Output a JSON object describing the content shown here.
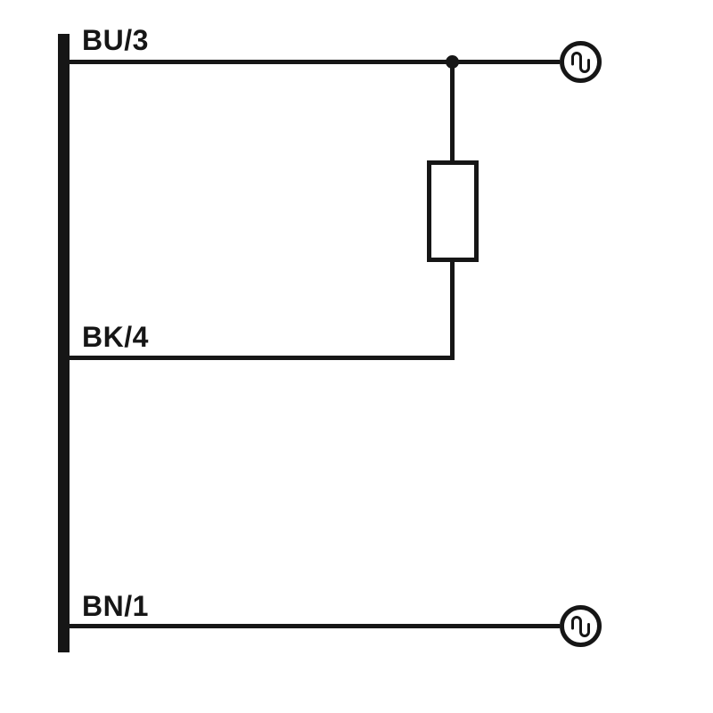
{
  "diagram": {
    "type": "wiring-diagram",
    "wires": [
      {
        "label": "BU/3"
      },
      {
        "label": "BK/4"
      },
      {
        "label": "BN/1"
      }
    ],
    "components": {
      "bus_bar": "connector-bus-bar",
      "junction": "junction-dot",
      "resistor": "load-resistor-symbol",
      "terminal_top": "signal-wave-terminal",
      "terminal_bottom": "signal-wave-terminal"
    },
    "colors": {
      "ink": "#161616",
      "background": "#ffffff"
    }
  }
}
